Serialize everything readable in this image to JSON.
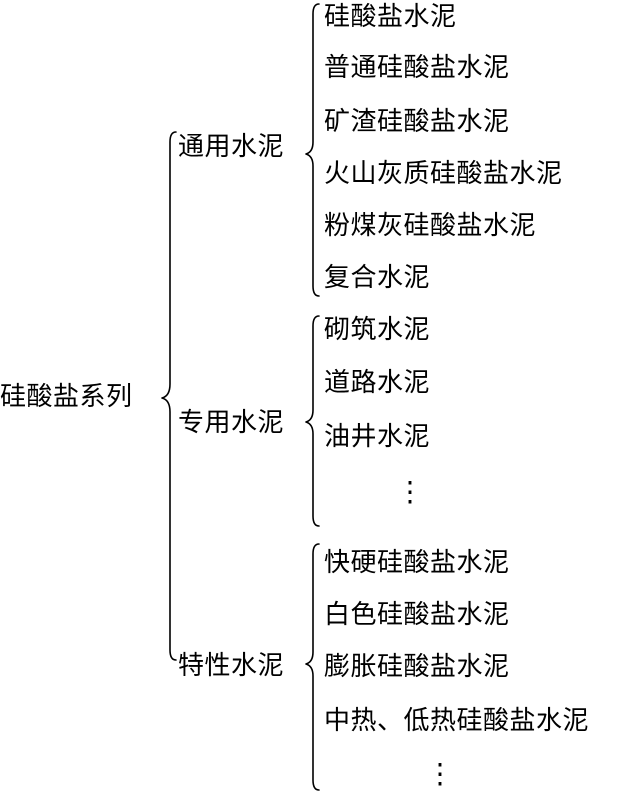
{
  "root": {
    "label": "硅酸盐系列"
  },
  "groups": [
    {
      "label": "通用水泥",
      "items": [
        "硅酸盐水泥",
        "普通硅酸盐水泥",
        "矿渣硅酸盐水泥",
        "火山灰质硅酸盐水泥",
        "粉煤灰硅酸盐水泥",
        "复合水泥"
      ],
      "continuation": ""
    },
    {
      "label": "专用水泥",
      "items": [
        "砌筑水泥",
        "道路水泥",
        "油井水泥"
      ],
      "continuation": "⋮"
    },
    {
      "label": "特性水泥",
      "items": [
        "快硬硅酸盐水泥",
        "白色硅酸盐水泥",
        "膨胀硅酸盐水泥",
        "中热、低热硅酸盐水泥"
      ],
      "continuation": "⋮"
    }
  ]
}
